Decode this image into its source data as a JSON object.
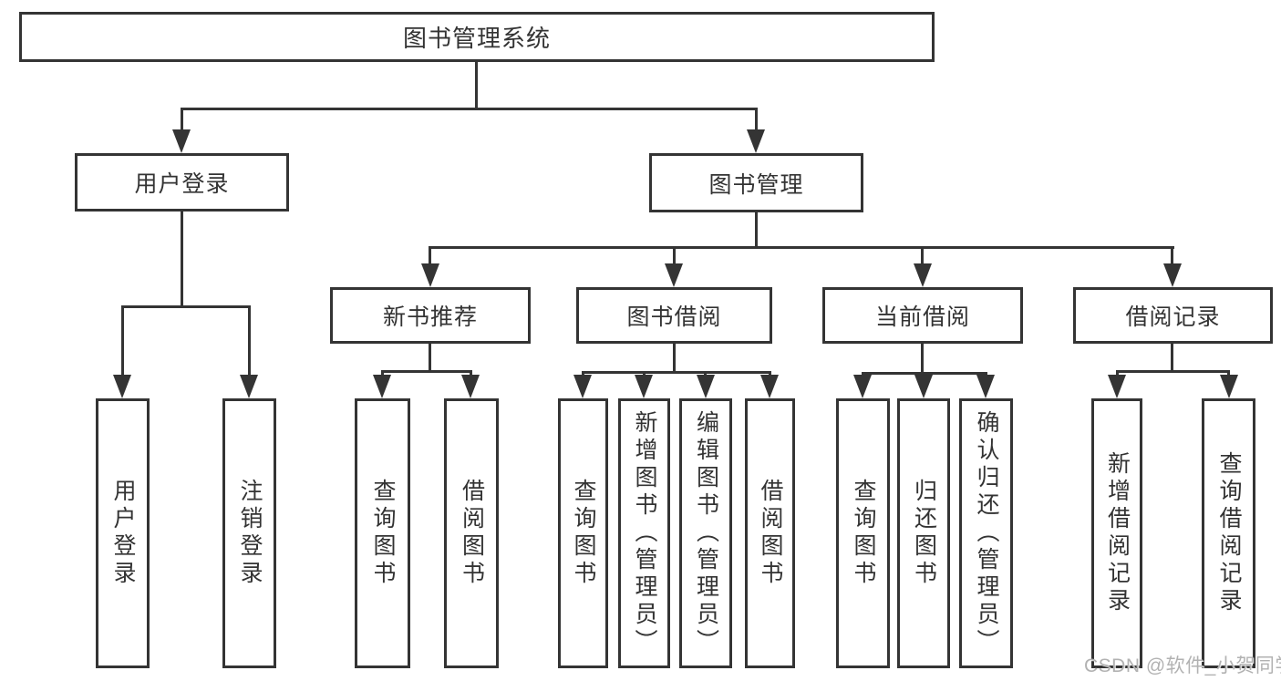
{
  "nodes": {
    "root": "图书管理系统",
    "user_login": "用户登录",
    "book_mgmt": "图书管理",
    "new_book_rec": "新书推荐",
    "book_borrow": "图书借阅",
    "current_borrow": "当前借阅",
    "borrow_records": "借阅记录",
    "leaf_user_login": "用户登录",
    "leaf_logout": "注销登录",
    "leaf_nbr_query": "查询图书",
    "leaf_nbr_borrow": "借阅图书",
    "leaf_bb_query": "查询图书",
    "leaf_bb_add": "新增图书（管理员）",
    "leaf_bb_edit": "编辑图书（管理员）",
    "leaf_bb_borrow": "借阅图书",
    "leaf_cb_query": "查询图书",
    "leaf_cb_return": "归还图书",
    "leaf_cb_confirm": "确认归还（管理员）",
    "leaf_br_add": "新增借阅记录",
    "leaf_br_query": "查询借阅记录"
  },
  "structure": {
    "图书管理系统": {
      "用户登录": [
        "用户登录",
        "注销登录"
      ],
      "图书管理": {
        "新书推荐": [
          "查询图书",
          "借阅图书"
        ],
        "图书借阅": [
          "查询图书",
          "新增图书（管理员）",
          "编辑图书（管理员）",
          "借阅图书"
        ],
        "当前借阅": [
          "查询图书",
          "归还图书",
          "确认归还（管理员）"
        ],
        "借阅记录": [
          "新增借阅记录",
          "查询借阅记录"
        ]
      }
    }
  },
  "watermark": "CSDN @软件_小贺同学",
  "colors": {
    "stroke": "#343434",
    "text": "#333333",
    "watermark": "#b2b2b2",
    "background": "#ffffff"
  }
}
